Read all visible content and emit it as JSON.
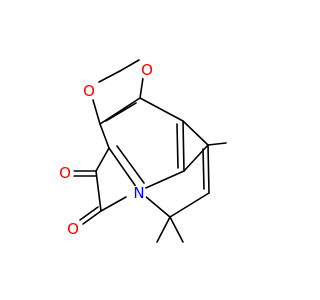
{
  "structure": {
    "atoms": [
      {
        "id": "o1",
        "element": "O",
        "label": "O",
        "color": "#ff0000"
      },
      {
        "id": "o2",
        "element": "O",
        "label": "O",
        "color": "#ff0000"
      },
      {
        "id": "o3",
        "element": "O",
        "label": "O",
        "color": "#ff0000"
      },
      {
        "id": "o4",
        "element": "O",
        "label": "O",
        "color": "#ff0000"
      },
      {
        "id": "n1",
        "element": "N",
        "label": "N",
        "color": "#0000ff"
      }
    ]
  }
}
